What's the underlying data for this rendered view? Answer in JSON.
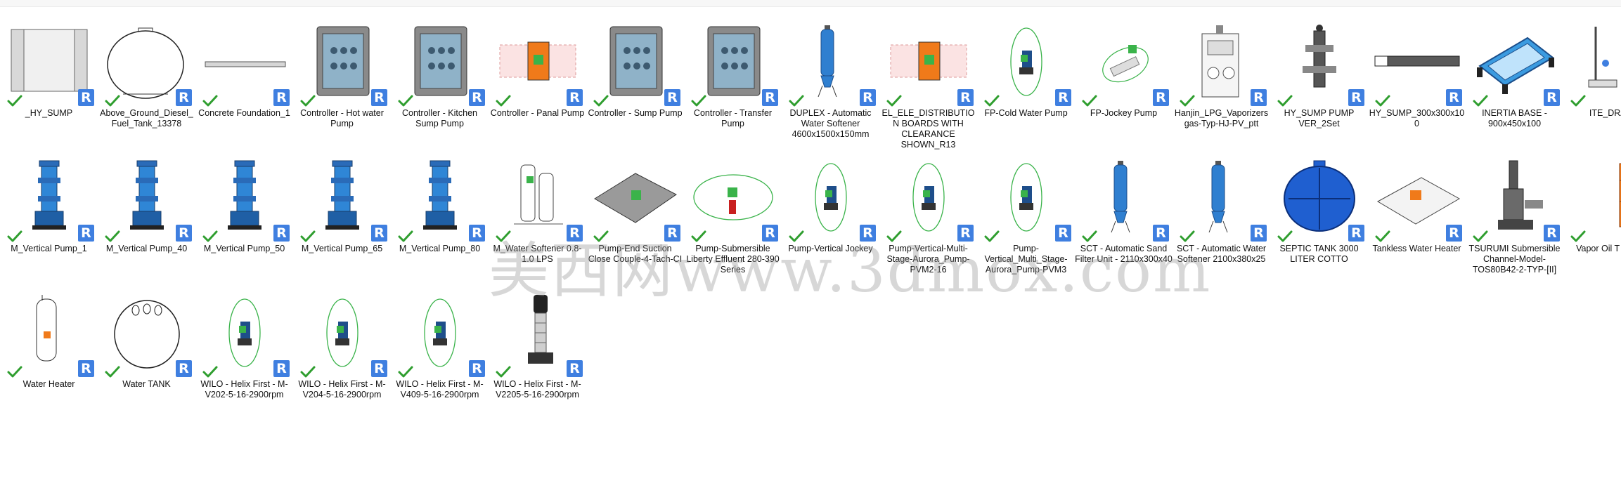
{
  "badge_letter": "R",
  "watermark": "美西网www.3dmox.com",
  "items": [
    {
      "label": "_HY_SUMP",
      "icon": "panel-box-icon"
    },
    {
      "label": "Above_Ground_Diesel_Fuel_Tank_13378",
      "icon": "horizontal-tank-icon"
    },
    {
      "label": "Concrete Foundation_1",
      "icon": "slab-icon"
    },
    {
      "label": "Controller - Hot water Pump",
      "icon": "controller-cabinet-icon"
    },
    {
      "label": "Controller - Kitchen Sump Pump",
      "icon": "controller-cabinet-icon"
    },
    {
      "label": "Controller - Panal Pump",
      "icon": "panel-symbol-icon"
    },
    {
      "label": "Controller - Sump Pump",
      "icon": "controller-cabinet-icon"
    },
    {
      "label": "Controller - Transfer Pump",
      "icon": "controller-cabinet-icon"
    },
    {
      "label": "DUPLEX - Automatic Water Softener 4600x1500x150mm",
      "icon": "vertical-vessel-icon"
    },
    {
      "label": "EL_ELE_DISTRIBUTION BOARDS WITH CLEARANCE SHOWN_R13",
      "icon": "panel-symbol-icon"
    },
    {
      "label": "FP-Cold Water Pump",
      "icon": "pump-ellipse-icon"
    },
    {
      "label": "FP-Jockey Pump",
      "icon": "jockey-pump-icon"
    },
    {
      "label": "Hanjin_LPG_Vaporizers gas-Typ-HJ-PV_ptt",
      "icon": "vaporizer-icon"
    },
    {
      "label": "HY_SUMP PUMP VER_2Set",
      "icon": "pump-assembly-icon"
    },
    {
      "label": "HY_SUMP_300x300x100",
      "icon": "bar-icon"
    },
    {
      "label": "INERTIA BASE - 900x450x100",
      "icon": "inertia-base-icon"
    },
    {
      "label": "ITE_DRAIN",
      "icon": "drain-icon"
    },
    {
      "label": "M_Vertical Pump_1",
      "icon": "vertical-pump-icon"
    },
    {
      "label": "M_Vertical Pump_40",
      "icon": "vertical-pump-icon"
    },
    {
      "label": "M_Vertical Pump_50",
      "icon": "vertical-pump-icon"
    },
    {
      "label": "M_Vertical Pump_65",
      "icon": "vertical-pump-icon"
    },
    {
      "label": "M_Vertical Pump_80",
      "icon": "vertical-pump-icon"
    },
    {
      "label": "M_Water Softener 0.8-1.0 LPS",
      "icon": "water-softener-icon"
    },
    {
      "label": "Pump-End Suction Close Couple-4-Tach-CI",
      "icon": "end-suction-pump-icon"
    },
    {
      "label": "Pump-Submersible Liberty Effluent 280-390 Series",
      "icon": "submersible-ellipse-icon"
    },
    {
      "label": "Pump-Vertical Jockey",
      "icon": "pump-ellipse-icon"
    },
    {
      "label": "Pump-Vertical-Multi-Stage-Aurora_Pump-PVM2-16",
      "icon": "pump-ellipse-icon"
    },
    {
      "label": "Pump-Vertical_Multi_Stage-Aurora_Pump-PVM3",
      "icon": "pump-ellipse-icon"
    },
    {
      "label": "SCT - Automatic Sand Filter Unit - 2110x300x40",
      "icon": "vertical-vessel-icon"
    },
    {
      "label": "SCT - Automatic Water Softener 2100x380x25",
      "icon": "vertical-vessel-icon"
    },
    {
      "label": "SEPTIC TANK 3000 LITER COTTO",
      "icon": "septic-tank-icon"
    },
    {
      "label": "Tankless Water Heater",
      "icon": "tankless-heater-icon"
    },
    {
      "label": "TSURUMI Submersible Channel-Model-TOS80B42-2-TYP-[II]",
      "icon": "submersible-pump-icon"
    },
    {
      "label": "Vapor Oil T Stop V",
      "icon": "vapor-tank-icon"
    },
    {
      "label": "Water Heater",
      "icon": "water-heater-icon"
    },
    {
      "label": "Water TANK",
      "icon": "water-tank-icon"
    },
    {
      "label": "WILO - Helix First - M-V202-5-16-2900rpm",
      "icon": "pump-ellipse-icon"
    },
    {
      "label": "WILO - Helix First - M-V204-5-16-2900rpm",
      "icon": "pump-ellipse-icon"
    },
    {
      "label": "WILO - Helix First - M-V409-5-16-2900rpm",
      "icon": "pump-ellipse-icon"
    },
    {
      "label": "WILO - Helix First - M-V2205-5-16-2900rpm",
      "icon": "multistage-pump-icon"
    }
  ]
}
